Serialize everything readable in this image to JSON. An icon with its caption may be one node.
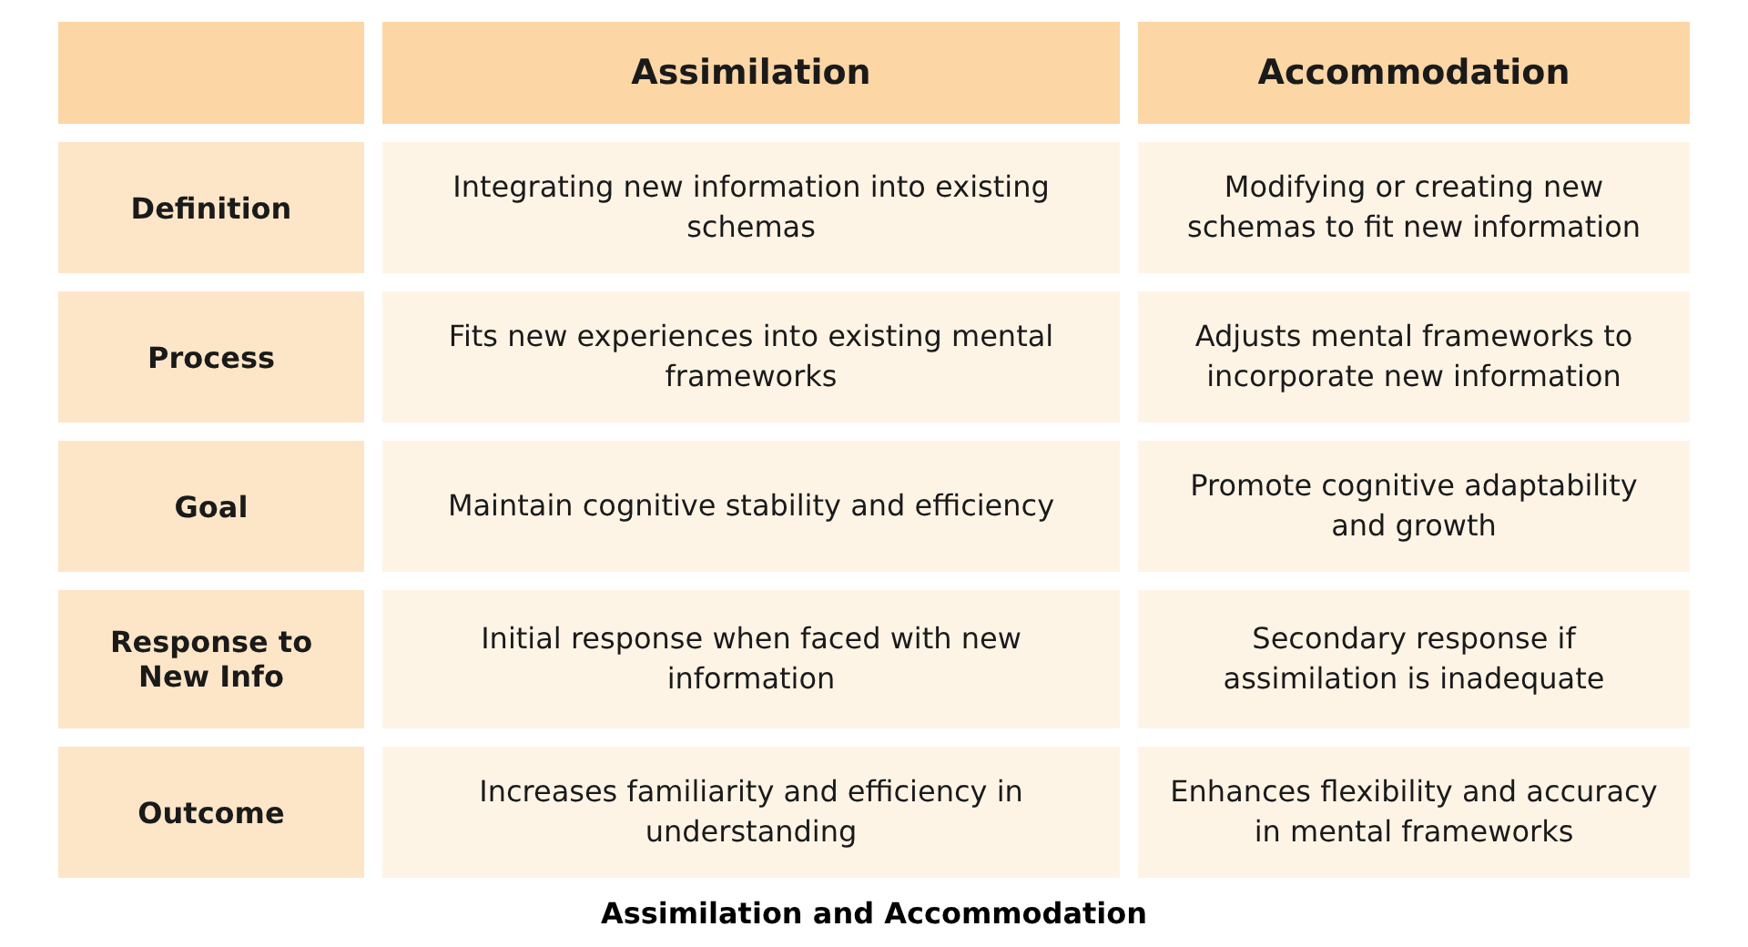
{
  "diagram": {
    "caption": "Assimilation and Accommodation",
    "labels": [
      "Assimilation",
      "Accommodation",
      "Definition",
      "Integrating new information into existing schemas",
      "Modifying or creating new schemas to fit new information",
      "Process",
      "Fits new experiences into existing mental frameworks",
      "Adjusts mental frameworks to incorporate new information",
      "Goal",
      "Maintain cognitive stability and efficiency",
      "Promote cognitive adaptability and growth",
      "Response to New Info",
      "Initial response when faced with new information",
      "Secondary response if assimilation is inadequate",
      "Outcome",
      "Increases familiarity and efficiency in understanding",
      "Enhances flexibility and accuracy in mental frameworks"
    ]
  }
}
